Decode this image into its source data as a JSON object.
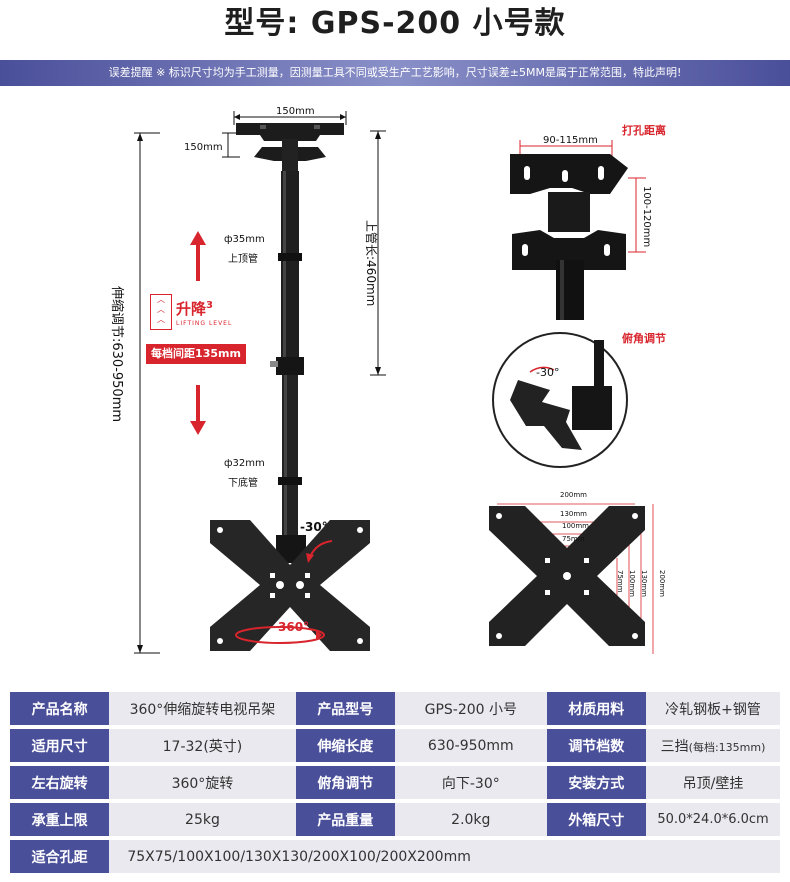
{
  "header": {
    "title": "型号: GPS-200  小号款",
    "warning": "误差提醒 ※ 标识尺寸均为手工测量，因测量工具不同或受生产工艺影响，尺寸误差±5MM是属于正常范围，特此声明!"
  },
  "main_diagram": {
    "top_width": "150mm",
    "top_height": "150mm",
    "upper_tube_dia": "ф35mm",
    "upper_tube_name": "上顶管",
    "lower_tube_dia": "ф32mm",
    "lower_tube_name": "下底管",
    "upper_tube_length": "上管长:460mm",
    "telescopic_range": "伸缩调节:630-950mm",
    "lift_title": "升降",
    "lift_superscript": "3",
    "lift_sub": "LIFTING LEVEL",
    "lift_step": "每档间距135mm",
    "tilt_label": "-30°",
    "rotate_label": "360°"
  },
  "detail_top": {
    "title": "打孔距离",
    "width": "90-115mm",
    "height": "100-120mm"
  },
  "detail_tilt": {
    "title": "俯角调节",
    "angle": "-30°"
  },
  "detail_plate": {
    "w200": "200mm",
    "w130": "130mm",
    "w100": "100mm",
    "w75": "75mm",
    "h75": "75mm",
    "h100": "100mm",
    "h130": "130mm",
    "h200": "200mm"
  },
  "specs": {
    "rows": [
      [
        {
          "label": "产品名称",
          "value": "360°伸缩旋转电视吊架"
        },
        {
          "label": "产品型号",
          "value": "GPS-200 小号"
        },
        {
          "label": "材质用料",
          "value": "冷轧钢板+钢管"
        }
      ],
      [
        {
          "label": "适用尺寸",
          "value": "17-32(英寸)"
        },
        {
          "label": "伸缩长度",
          "value": "630-950mm"
        },
        {
          "label": "调节档数",
          "value": "三挡",
          "value_note": "(每档:135mm)"
        }
      ],
      [
        {
          "label": "左右旋转",
          "value": "360°旋转"
        },
        {
          "label": "俯角调节",
          "value": "向下-30°"
        },
        {
          "label": "安装方式",
          "value": "吊顶/壁挂"
        }
      ],
      [
        {
          "label": "承重上限",
          "value": "25kg"
        },
        {
          "label": "产品重量",
          "value": "2.0kg"
        },
        {
          "label": "外箱尺寸",
          "value": "50.0*24.0*6.0cm"
        }
      ]
    ],
    "holes_label": "适合孔距",
    "holes_value": "75X75/100X100/130X130/200X100/200X200mm"
  }
}
